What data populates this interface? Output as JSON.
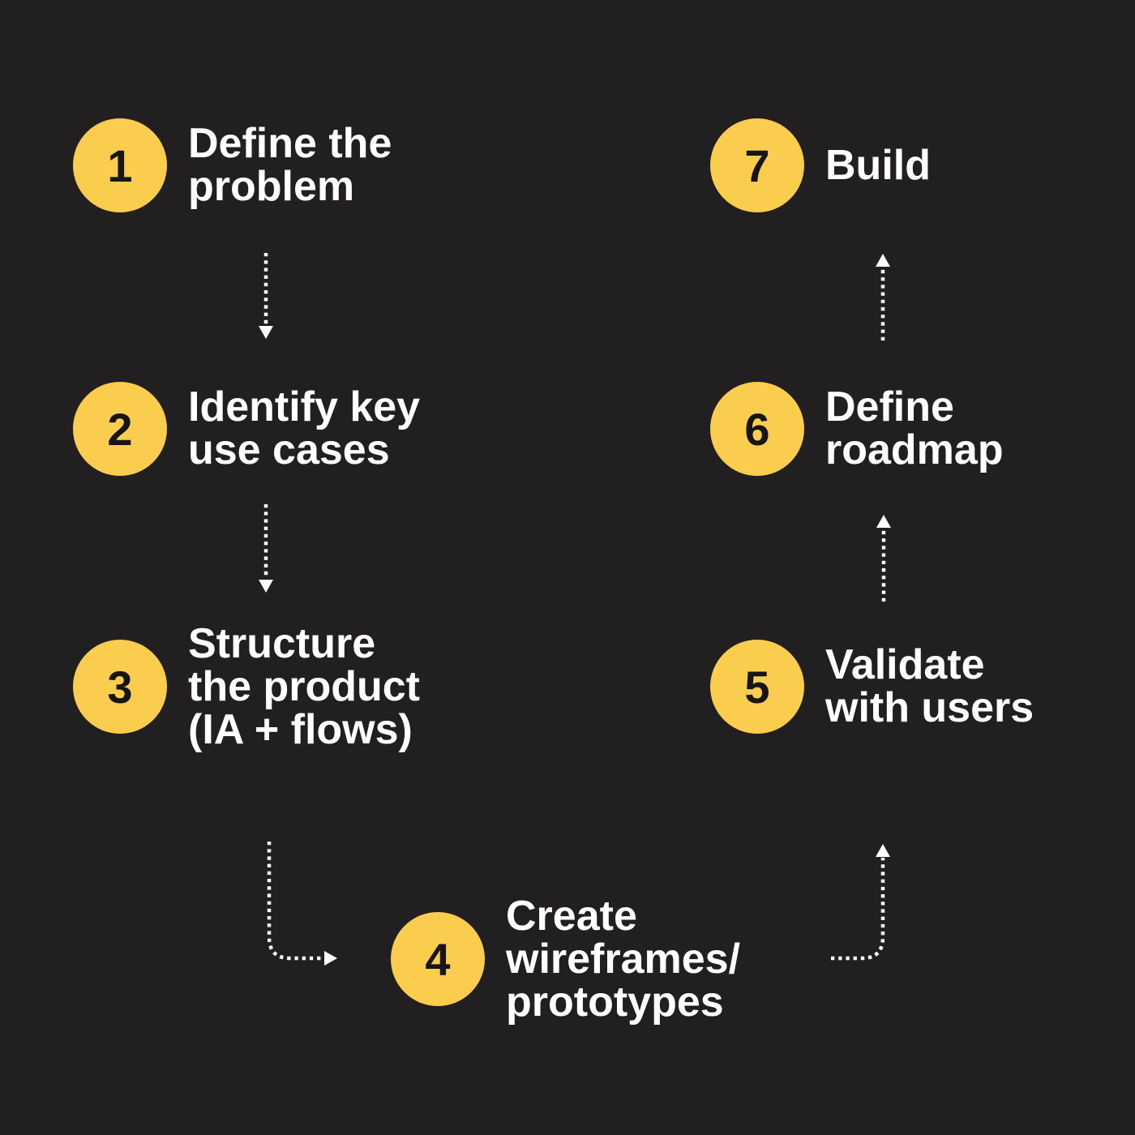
{
  "theme": {
    "background": "#211F1F",
    "circle_color": "#FACD4F",
    "number_color": "#171515",
    "label_color": "#FFFFFF",
    "arrow_color": "#FFFFFF"
  },
  "diagram_type": "process-flow",
  "steps": [
    {
      "number": "1",
      "label": "Define the\nproblem"
    },
    {
      "number": "2",
      "label": "Identify key\nuse cases"
    },
    {
      "number": "3",
      "label": "Structure\nthe product\n(IA + flows)"
    },
    {
      "number": "4",
      "label": "Create\nwireframes/\nprototypes"
    },
    {
      "number": "5",
      "label": "Validate\nwith users"
    },
    {
      "number": "6",
      "label": "Define\nroadmap"
    },
    {
      "number": "7",
      "label": "Build"
    }
  ],
  "connections": [
    {
      "from": "1",
      "to": "2"
    },
    {
      "from": "2",
      "to": "3"
    },
    {
      "from": "3",
      "to": "4"
    },
    {
      "from": "4",
      "to": "5"
    },
    {
      "from": "5",
      "to": "6"
    },
    {
      "from": "6",
      "to": "7"
    }
  ]
}
